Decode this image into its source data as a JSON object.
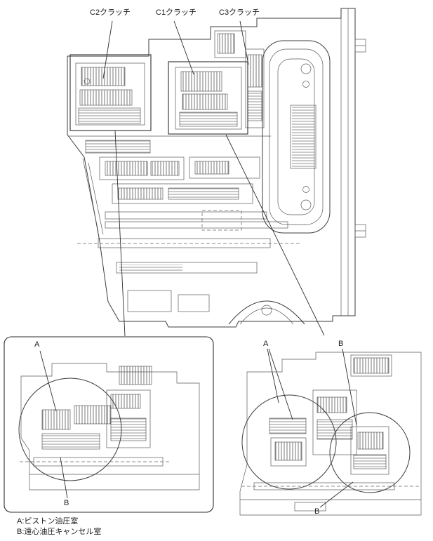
{
  "callouts": {
    "c2": "C2クラッチ",
    "c1": "C1クラッチ",
    "c3": "C3クラッチ"
  },
  "detail_left": {
    "a": "A",
    "b": "B"
  },
  "detail_right": {
    "a": "A",
    "b_top": "B",
    "b_bottom": "B"
  },
  "legend": {
    "a": "A:ピストン油圧室",
    "b": "B:遠心油圧キャンセル室"
  }
}
